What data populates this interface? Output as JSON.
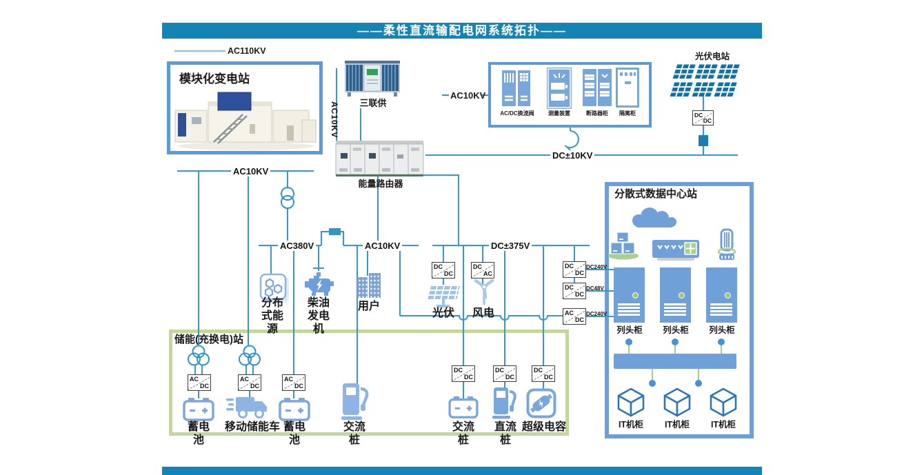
{
  "header": {
    "title": "——柔性直流输配电网系统拓扑——"
  },
  "buses": {
    "ac110kv": "AC110KV",
    "ac10kv_feeder": "AC10KV",
    "ac10kv_station_in": "AC10KV",
    "dc10kv": "DC±10KV",
    "ac10kv_main": "AC10KV",
    "ac380v": "AC380V",
    "ac10kv_sub": "AC10KV",
    "dc375v": "DC±375V"
  },
  "stations": {
    "substation": "模块化变电站",
    "trigeneration": "三联供",
    "energy_router": "能量路由器",
    "pv_station": "光伏电站",
    "data_center": "分散式数据中心站",
    "storage_station": "储能(充换电)站"
  },
  "converter_station": {
    "cabinet1": "AC/DC换流阀",
    "cabinet2": "测量装置",
    "cabinet3": "断路器柜",
    "cabinet4": "隔离柜"
  },
  "nodes": {
    "distributed_energy": "分布式能源",
    "diesel_generator": "柴油发电机",
    "user": "用户",
    "pv": "光伏",
    "wind": "风电",
    "battery1": "蓄电池",
    "mobile_storage_truck": "移动储能车",
    "battery2": "蓄电池",
    "ac_pile_storage": "交流桩",
    "ac_pile": "交流桩",
    "dc_pile": "直流桩",
    "supercapacitor": "超级电容",
    "row_cabinet": "列头柜",
    "it_cabinet": "IT机柜"
  },
  "converter_outputs": {
    "out1": "DC240V",
    "out2": "DC48V",
    "out3": "DC240V"
  },
  "converter_text": {
    "ac": "AC",
    "dc": "DC"
  },
  "colors": {
    "bar": "#1484b4",
    "line": "#3798c6",
    "green_line": "#a6cf8d",
    "box_blue": "#5b9bd5",
    "box_green": "#c3d69b",
    "panel_dark": "#1173a3",
    "icon_blue": "#7aa7d9"
  }
}
